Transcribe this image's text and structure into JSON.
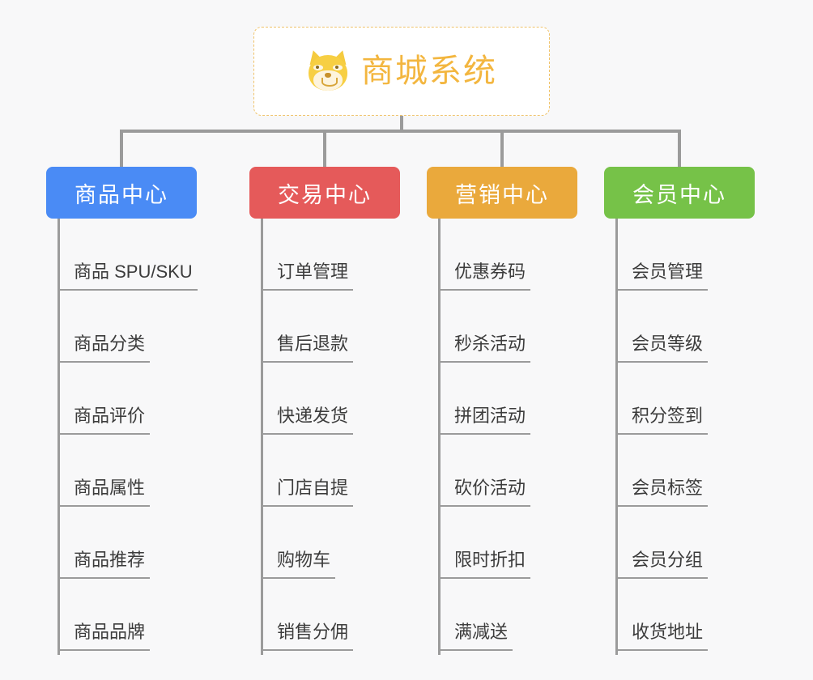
{
  "page": {
    "background_color": "#f8f8f9",
    "line_color": "#9b9b9b"
  },
  "root": {
    "title": "商城系统",
    "icon": "shiba-dog-face-emoji",
    "text_color": "#f3b63f",
    "border_color": "#f0c36a",
    "background_color": "#ffffff"
  },
  "categories": [
    {
      "title": "商品中心",
      "color": "#4a8bf5",
      "items": [
        "商品 SPU/SKU",
        "商品分类",
        "商品评价",
        "商品属性",
        "商品推荐",
        "商品品牌"
      ]
    },
    {
      "title": "交易中心",
      "color": "#e55a5a",
      "items": [
        "订单管理",
        "售后退款",
        "快递发货",
        "门店自提",
        "购物车",
        "销售分佣"
      ]
    },
    {
      "title": "营销中心",
      "color": "#eaa93c",
      "items": [
        "优惠券码",
        "秒杀活动",
        "拼团活动",
        "砍价活动",
        "限时折扣",
        "满减送"
      ]
    },
    {
      "title": "会员中心",
      "color": "#76c248",
      "items": [
        "会员管理",
        "会员等级",
        "积分签到",
        "会员标签",
        "会员分组",
        "收货地址"
      ]
    }
  ]
}
